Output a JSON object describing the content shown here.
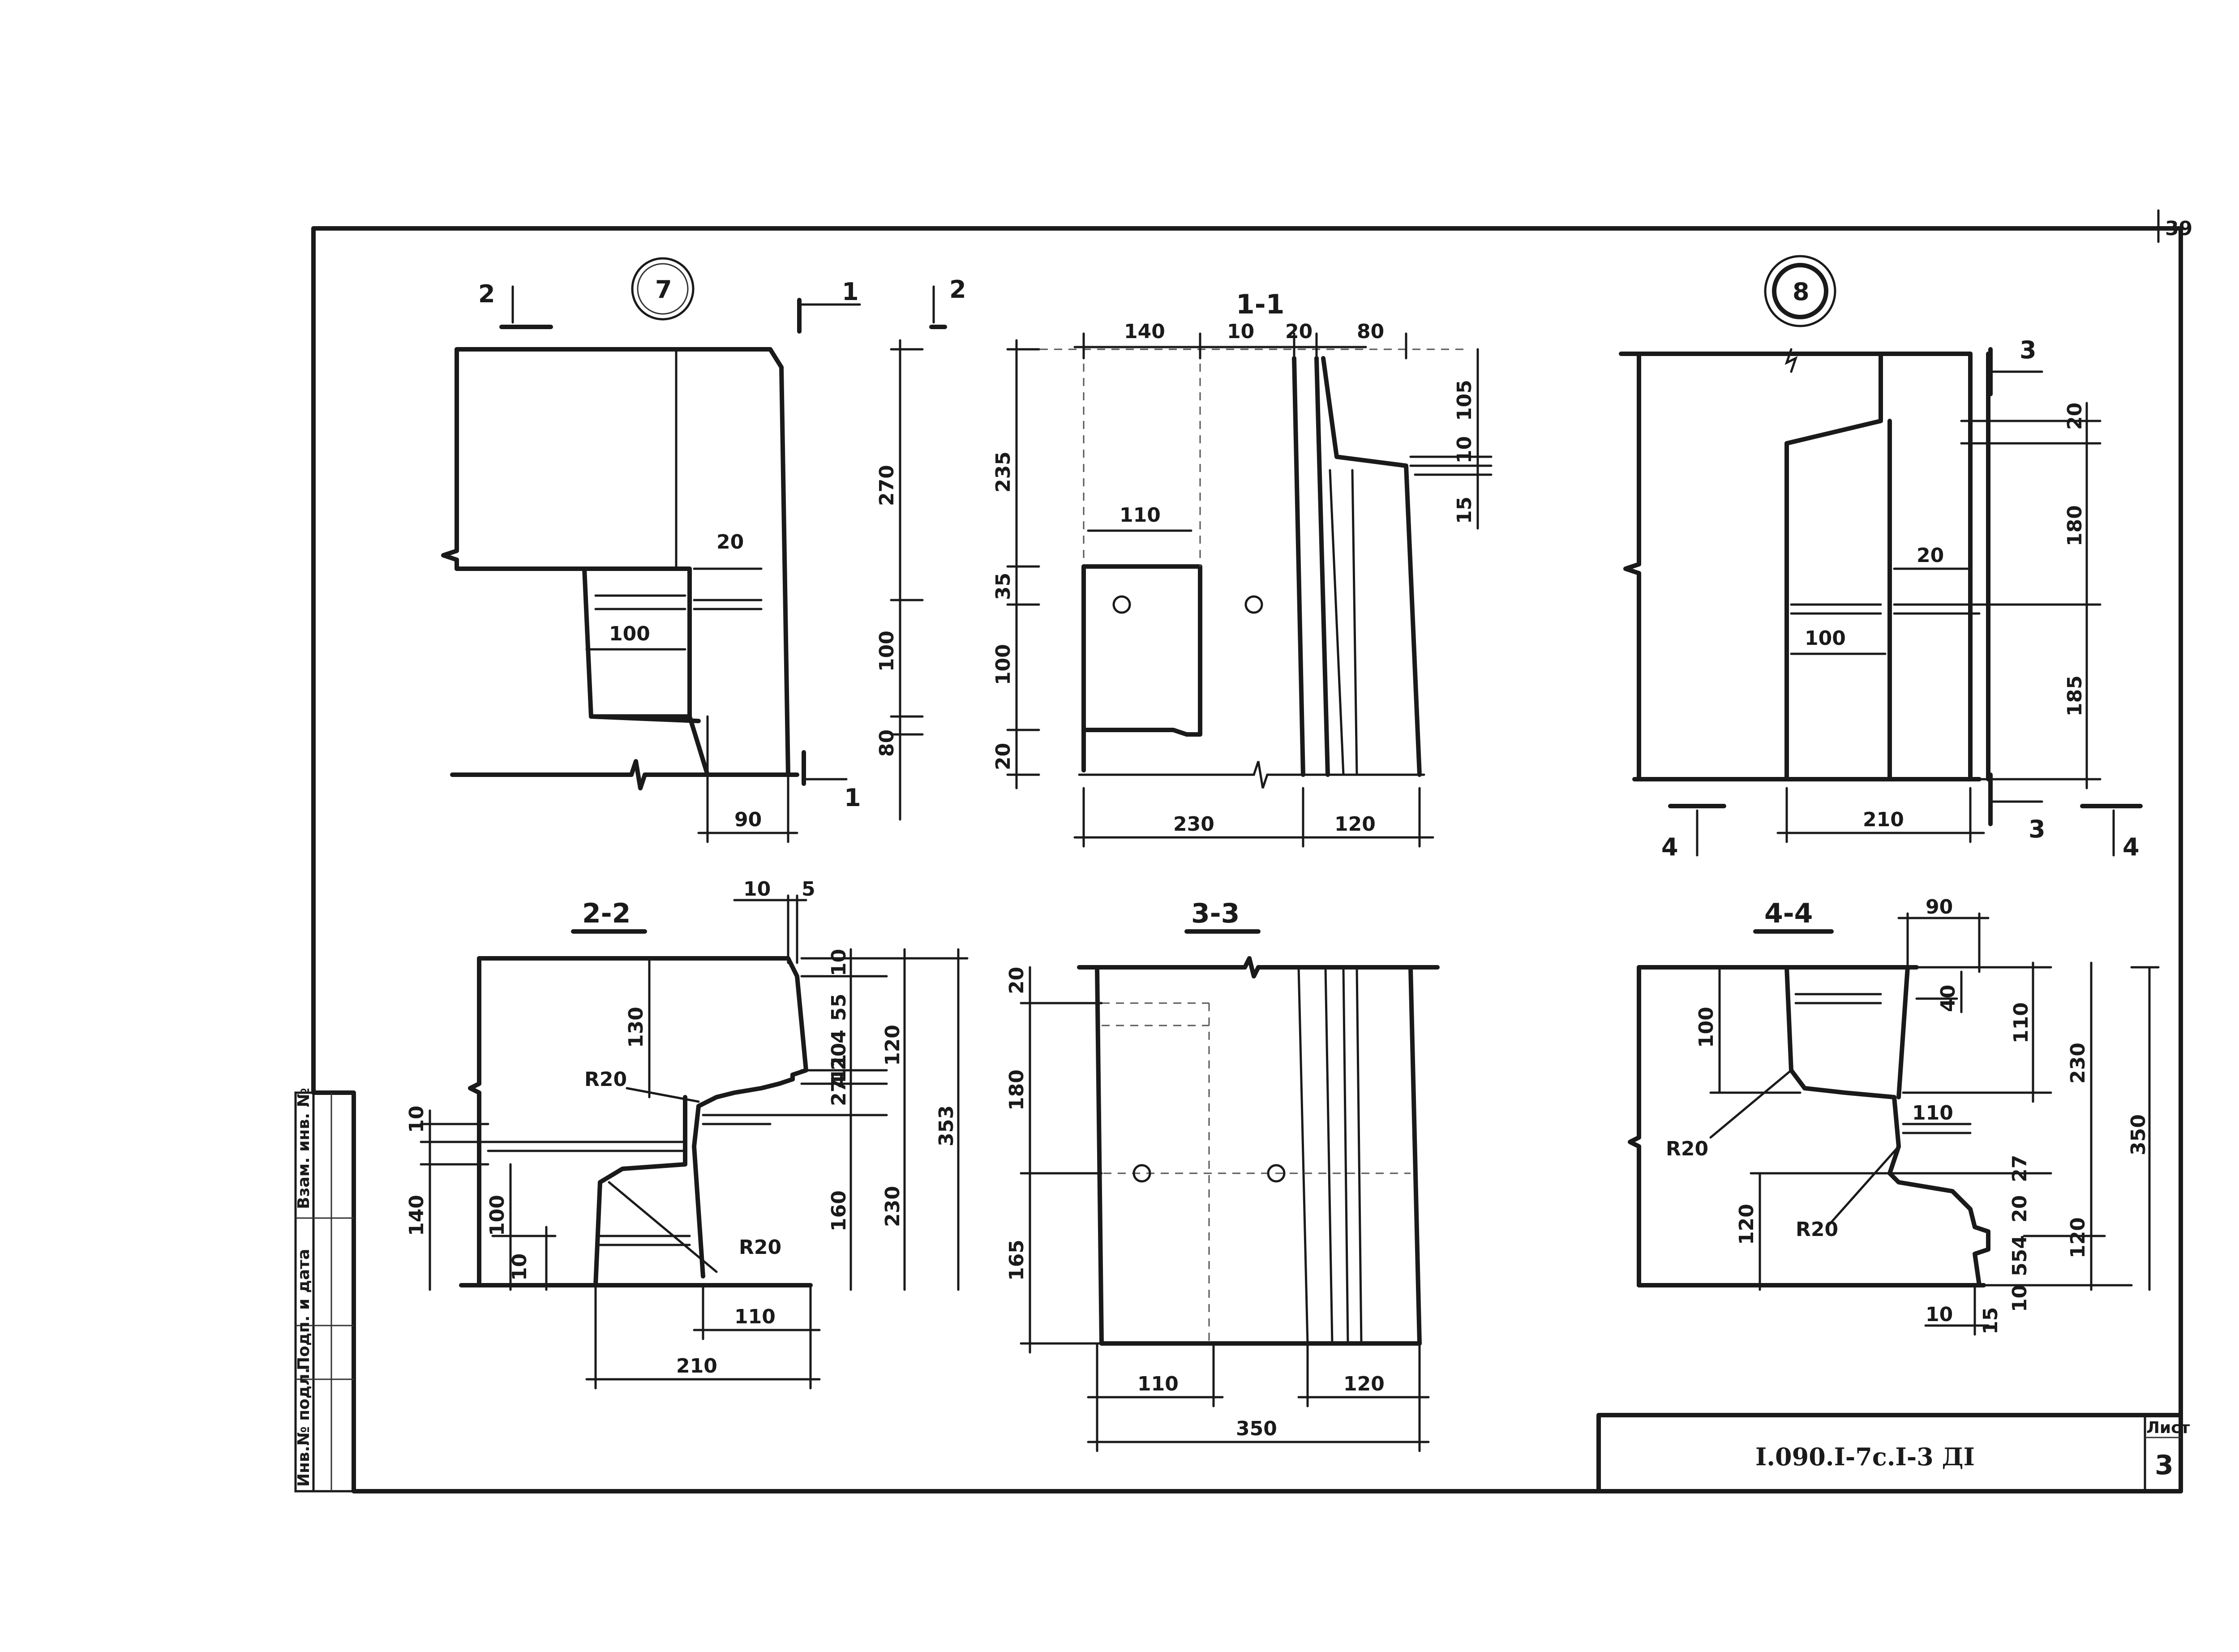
{
  "sheet": {
    "sheet_number_top": "39",
    "title_block": {
      "code": "I.090.I-7c.I-3 ДI",
      "sheet_label": "Лист",
      "sheet_number": "3"
    },
    "stamp_fields": [
      "Инв.№ подл.",
      "Подп. и дата",
      "Взам. инв. №"
    ]
  },
  "nodes": {
    "node7": "7",
    "node8": "8"
  },
  "section_titles": {
    "s11": "1-1",
    "s22": "2-2",
    "s33": "3-3",
    "s44": "4-4"
  },
  "section_marks": {
    "m1": "1",
    "m2": "2",
    "m3": "3",
    "m4": "4"
  },
  "dims": {
    "n7": {
      "d270": "270",
      "d100": "100",
      "d80": "80",
      "d20": "20",
      "d100b": "100",
      "d90": "90"
    },
    "s11": {
      "d140": "140",
      "d10": "10",
      "d20": "20",
      "d80": "80",
      "d235": "235",
      "d110": "110",
      "d35": "35",
      "d100": "100",
      "d20b": "20",
      "d105": "105",
      "d10b": "10",
      "d15": "15",
      "d230": "230",
      "d120": "120"
    },
    "n8": {
      "d20": "20",
      "d180": "180",
      "d185": "185",
      "d20b": "20",
      "d100": "100",
      "d210": "210"
    },
    "s22": {
      "d10": "10",
      "d5": "5",
      "d10b": "10",
      "d55": "55",
      "d4": "4",
      "d20": "20",
      "d130": "130",
      "d120": "120",
      "d353": "353",
      "d27": "27",
      "d4b": "4",
      "d11": "11",
      "d10c": "10",
      "d140": "140",
      "d100": "100",
      "d10d": "10",
      "d160": "160",
      "d230": "230",
      "r20a": "R20",
      "r20b": "R20",
      "d110": "110",
      "d210": "210"
    },
    "s33": {
      "d20": "20",
      "d180": "180",
      "d165": "165",
      "d110": "110",
      "d120": "120",
      "d350": "350"
    },
    "s44": {
      "d90": "90",
      "d100": "100",
      "d40": "40",
      "d110": "110",
      "d230": "230",
      "d350": "350",
      "r20a": "R20",
      "d110b": "110",
      "d27": "27",
      "d120": "120",
      "d20": "20",
      "d120b": "120",
      "r20b": "R20",
      "d554": "554",
      "d10": "10",
      "d10b": "10",
      "d15": "15"
    }
  }
}
